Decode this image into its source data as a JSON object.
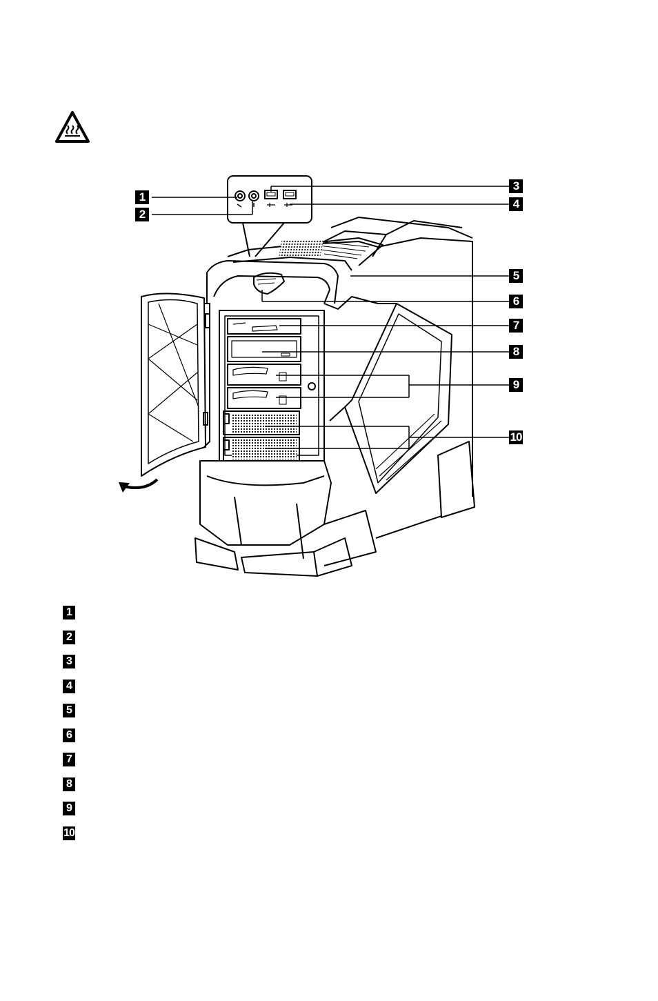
{
  "warning": {
    "icon": "hot-surface-warning-icon"
  },
  "figure": {
    "callouts": [
      "1",
      "2",
      "3",
      "4",
      "5",
      "6",
      "7",
      "8",
      "9",
      "10"
    ],
    "door_arrow_icon": "curved-arrow-icon"
  },
  "legend": {
    "items": [
      "1",
      "2",
      "3",
      "4",
      "5",
      "6",
      "7",
      "8",
      "9",
      "10"
    ]
  },
  "colors": {
    "ink": "#000000",
    "paper": "#ffffff"
  }
}
